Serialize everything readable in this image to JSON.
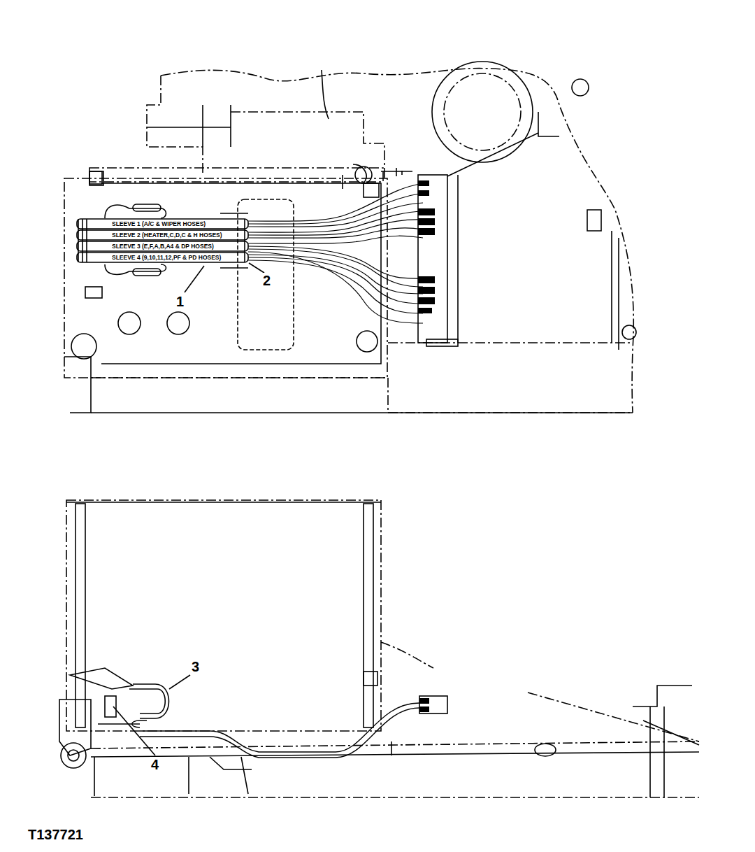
{
  "diagram": {
    "labels": [
      "SLEEVE 1 (A/C & WIPER HOSES)",
      "SLEEVE 2 (HEATER,C,D,C & H HOSES)",
      "SLEEVE 3 (E,F,A,B,A4 & DP HOSES)",
      "SLEEVE 4 (9,10,11,12,PF & PD HOSES)",
      "1",
      "2",
      "3",
      "4",
      "T137721"
    ]
  }
}
